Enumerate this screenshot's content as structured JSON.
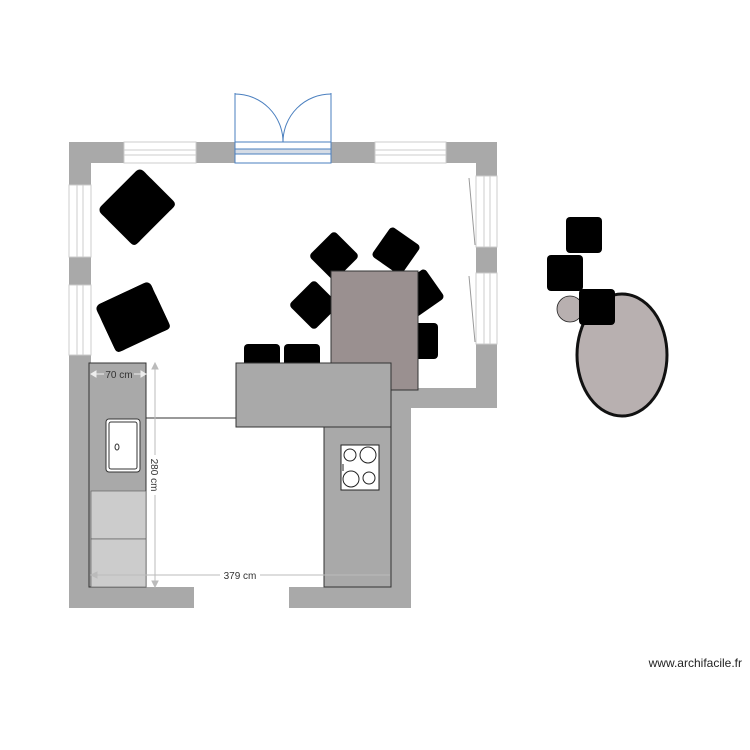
{
  "plan": {
    "dimensions": {
      "counter_depth": "70 cm",
      "counter_length": "280 cm",
      "kitchen_width": "379 cm"
    },
    "watermark": "www.archifacile.fr"
  },
  "colors": {
    "wall": "#a9a9a9",
    "chair": "#6aa3b8",
    "dining_table": "#9a9090",
    "round_table": "#b8b0b0",
    "counter": "#a9a9a9",
    "cabinet": "#cccccc",
    "door": "#4a7fbf"
  }
}
